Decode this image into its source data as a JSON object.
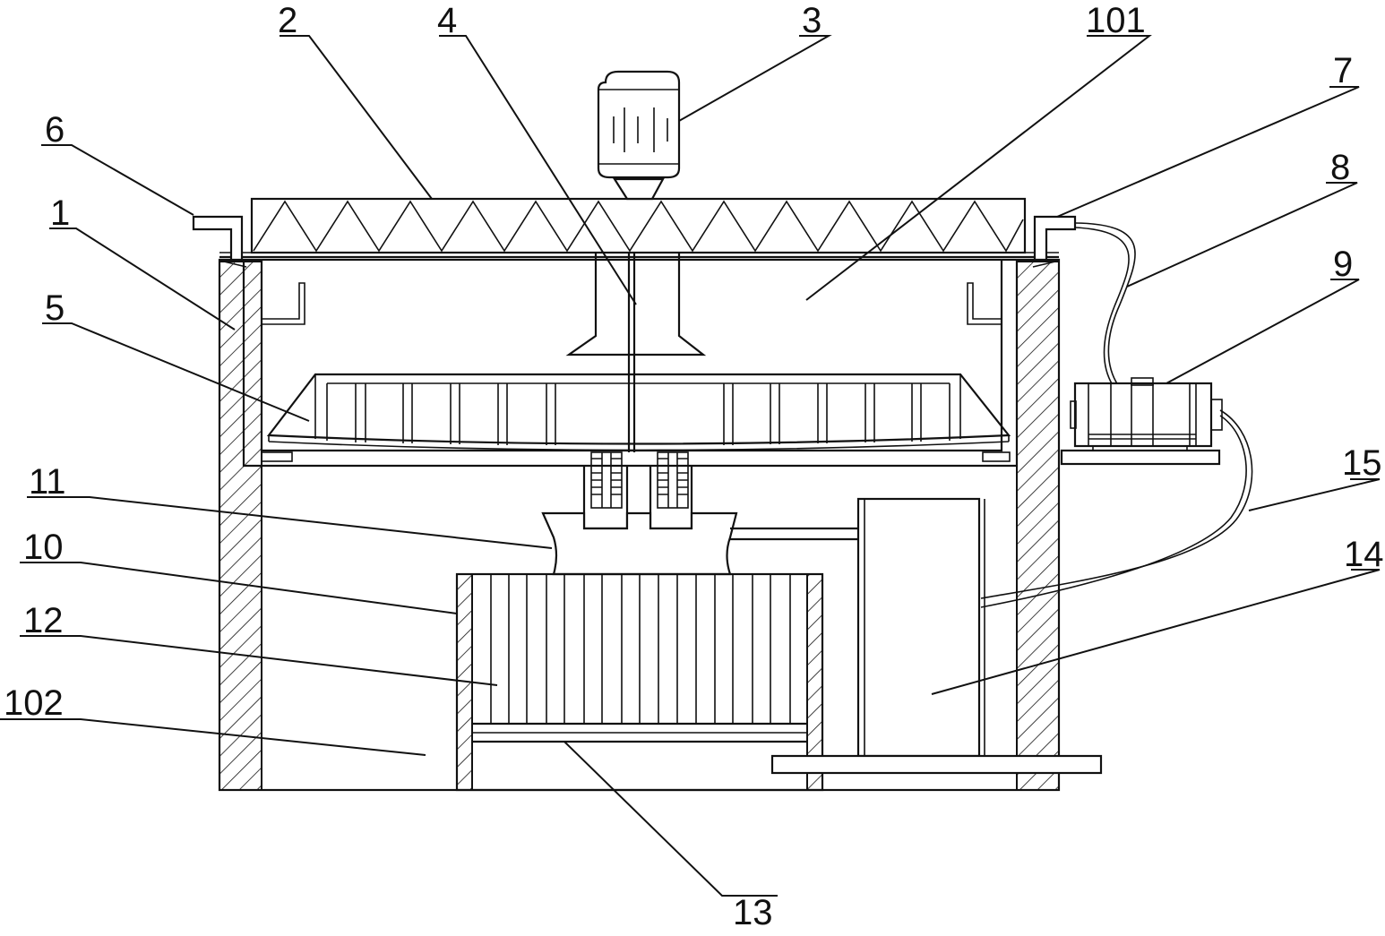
{
  "labels": {
    "l1": "1",
    "l2": "2",
    "l3": "3",
    "l4": "4",
    "l5": "5",
    "l6": "6",
    "l7": "7",
    "l8": "8",
    "l9": "9",
    "l10": "10",
    "l11": "11",
    "l12": "12",
    "l13": "13",
    "l14": "14",
    "l15": "15",
    "l101": "101",
    "l102": "102"
  }
}
